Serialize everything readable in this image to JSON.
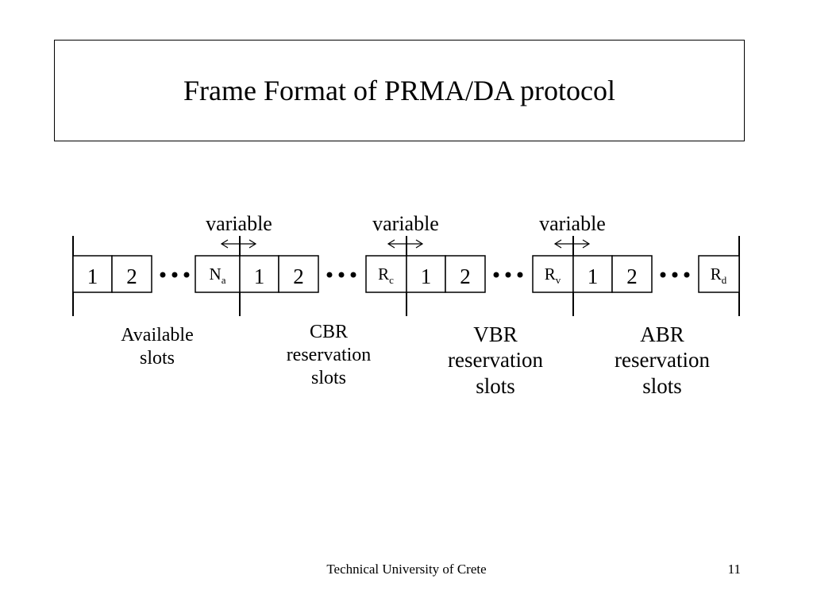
{
  "slide": {
    "title": "Frame Format of PRMA/DA protocol",
    "footer": "Technical University of Crete",
    "page_number": "11"
  },
  "frame": {
    "slot_labels": [
      "1",
      "2"
    ],
    "variable_label": "variable",
    "markers": [
      {
        "base": "N",
        "sub": "a"
      },
      {
        "base": "R",
        "sub": "c"
      },
      {
        "base": "R",
        "sub": "v"
      },
      {
        "base": "R",
        "sub": "d"
      }
    ]
  },
  "regions": [
    {
      "lines": [
        "Available",
        "slots"
      ]
    },
    {
      "lines": [
        "CBR",
        "reservation",
        "slots"
      ]
    },
    {
      "lines": [
        "VBR",
        "reservation",
        "slots"
      ]
    },
    {
      "lines": [
        "ABR",
        "reservation",
        "slots"
      ]
    }
  ],
  "colors": {
    "ink": "#000000",
    "background": "#ffffff"
  }
}
